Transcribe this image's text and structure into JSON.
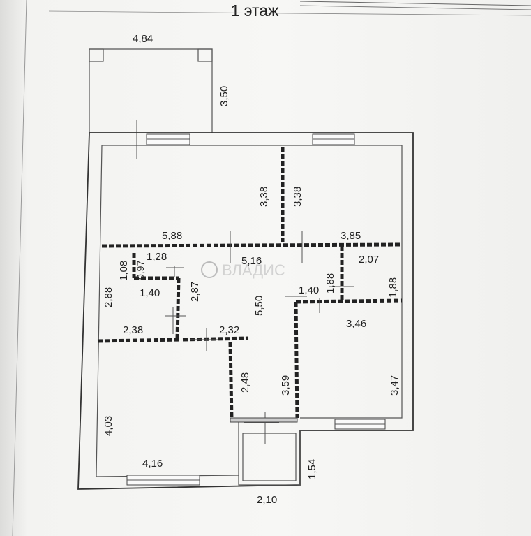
{
  "floor_title": "1 этаж",
  "watermark": "ВЛАДИС",
  "dimensions": {
    "porch_width": "4,84",
    "porch_depth": "3,50",
    "top_left_room_height": "3,38",
    "top_right_room_height": "3,38",
    "top_left_room_width": "5,88",
    "top_right_room_width": "3,85",
    "hall_width": "5,16",
    "small_room_height": "1,08",
    "small_room_a": "0,97",
    "small_room_width": "1,28",
    "bath_height": "2,88",
    "bath_width": "1,40",
    "corridor_height": "2,87",
    "bath_bottom_width": "2,38",
    "hall_depth": "5,50",
    "corridor_width": "2,32",
    "utility_height": "1,88",
    "utility_width": "2,07",
    "utility_height_right": "1,88",
    "utility_bottom_width": "1,40",
    "right_room_width": "3,46",
    "right_room_height": "3,47",
    "left_room_height": "4,03",
    "left_room_width": "4,16",
    "passage_height": "2,48",
    "passage_right_height": "3,59",
    "vestibule_height": "1,54",
    "vestibule_width": "2,10"
  }
}
